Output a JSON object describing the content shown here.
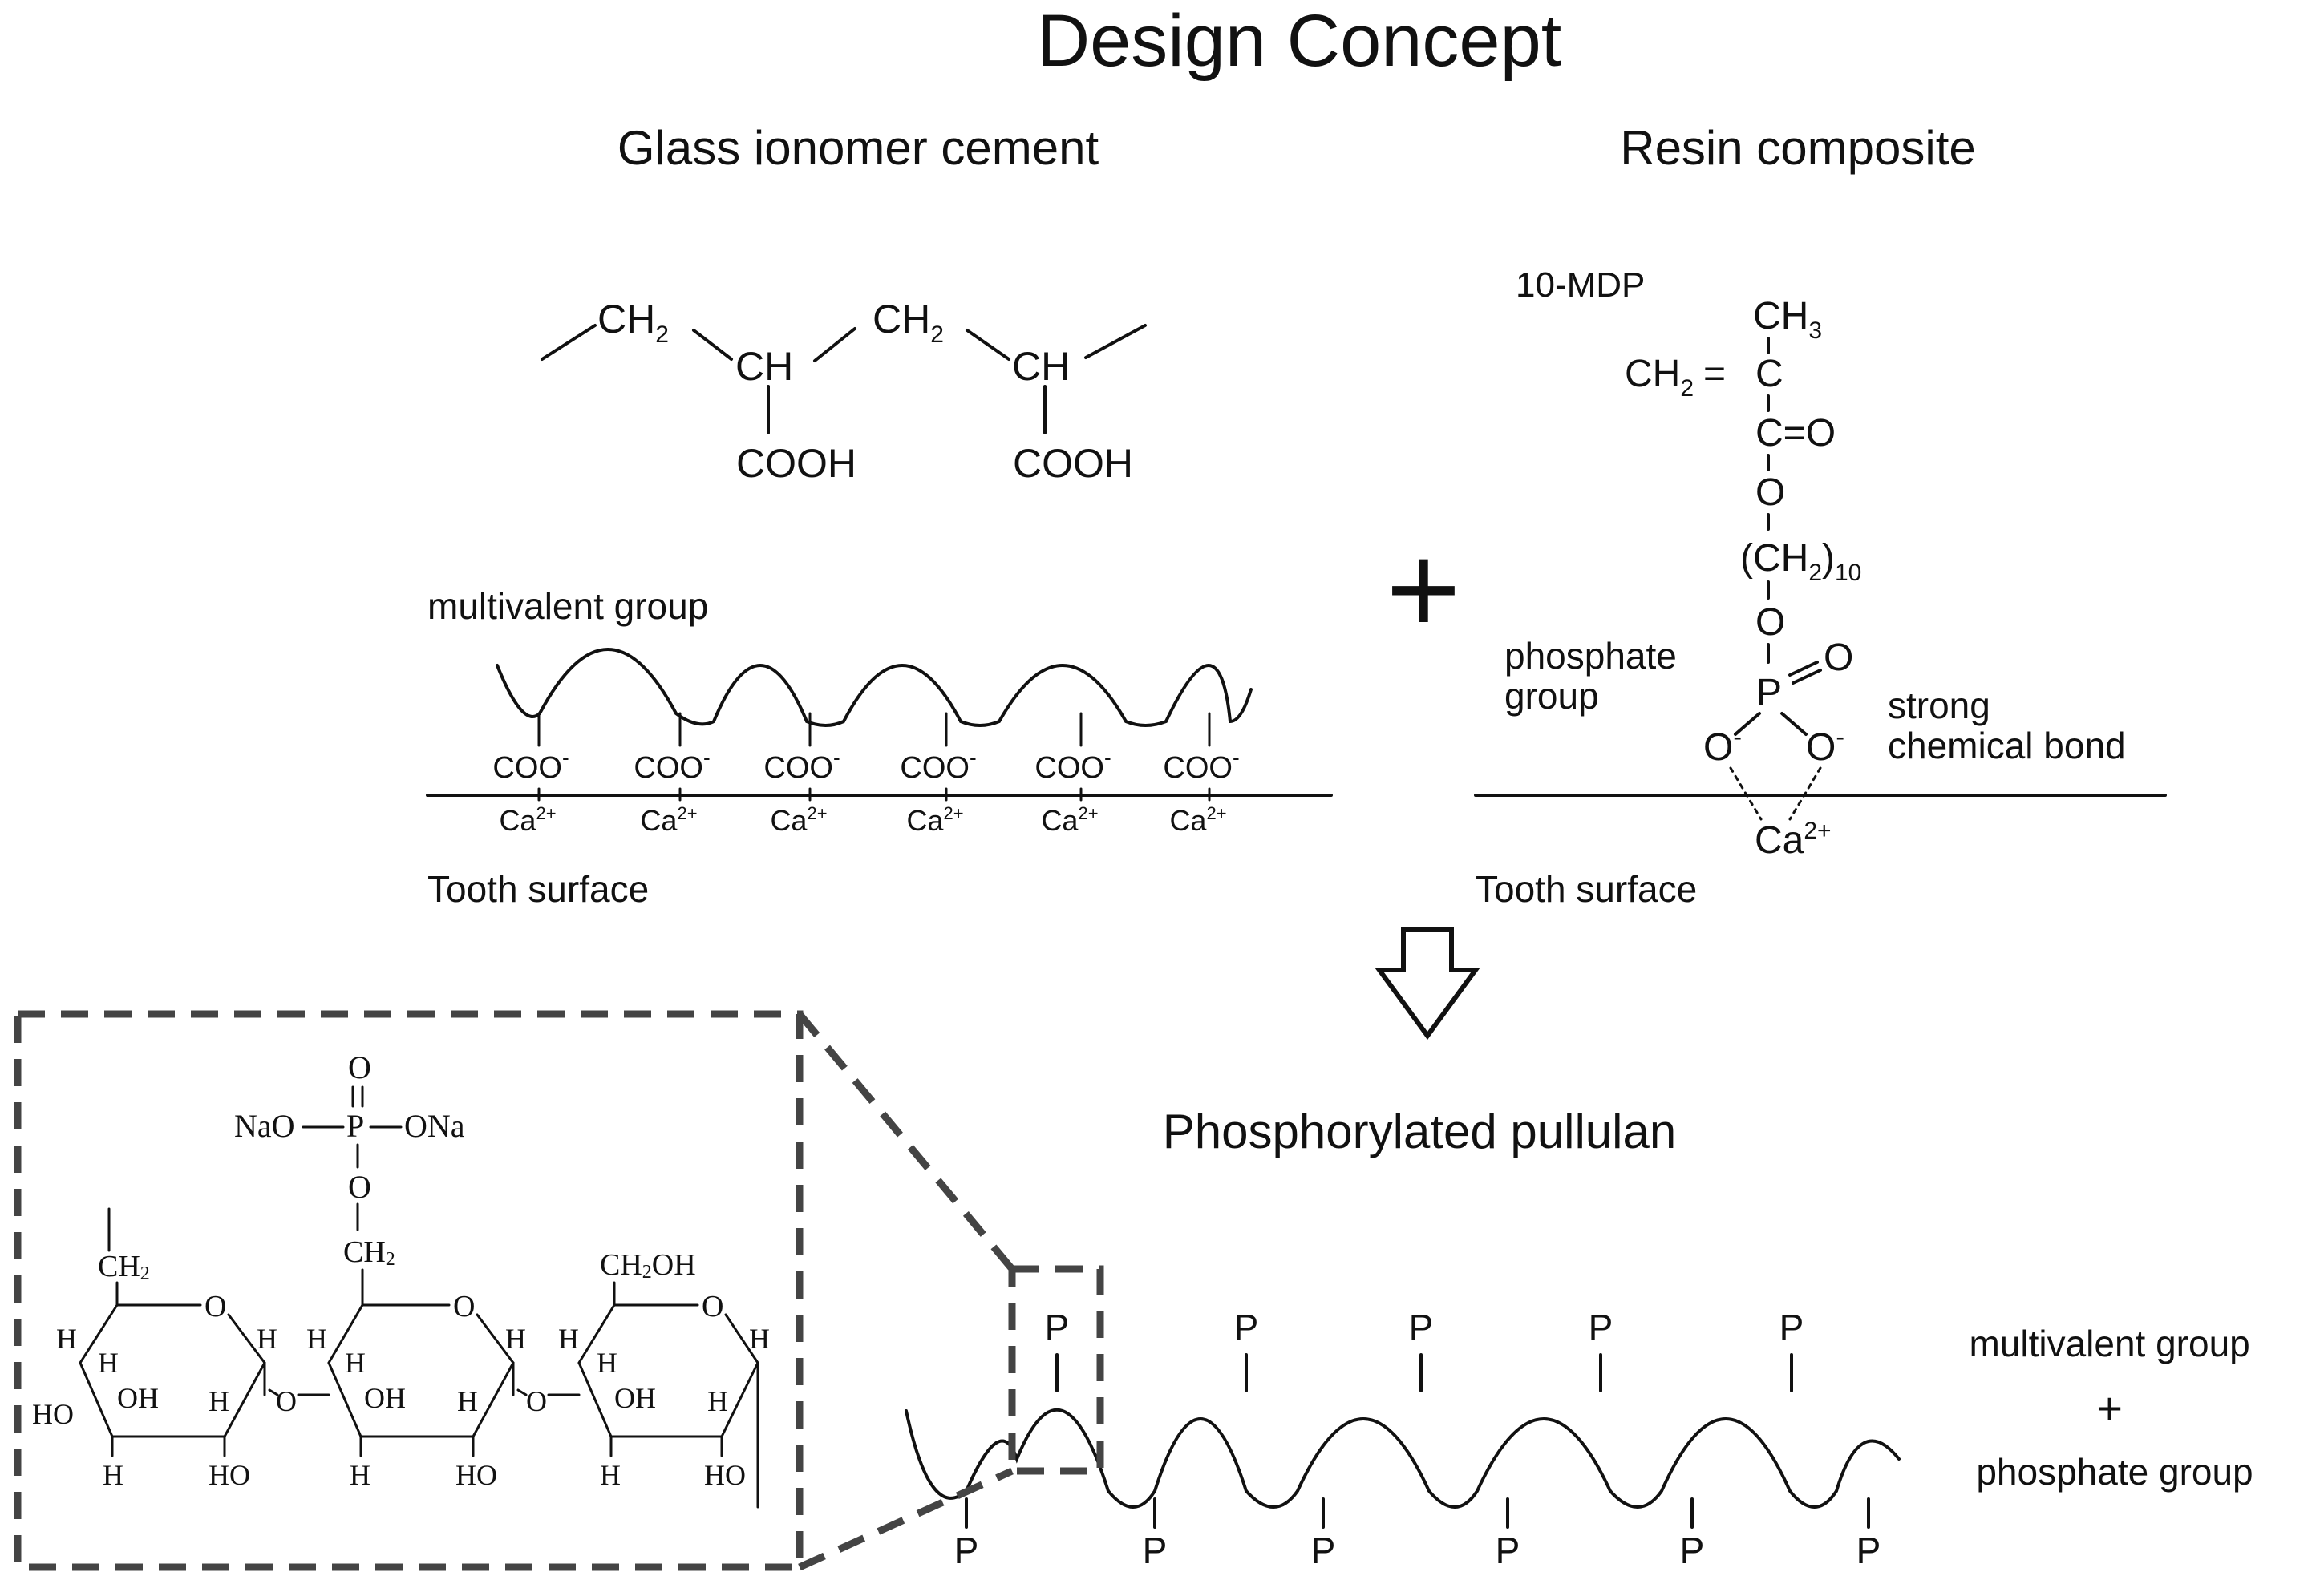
{
  "title": "Design Concept",
  "gic": {
    "heading": "Glass ionomer cement",
    "ch2": "CH",
    "sub2": "2",
    "ch": "CH",
    "cooh": "COOH",
    "multivalent_label": "multivalent group",
    "coo": "COO",
    "minus": "-",
    "ca": "Ca",
    "ca_charge": "2+",
    "tooth_label": "Tooth surface"
  },
  "resin": {
    "heading": "Resin composite",
    "mdp_label": "10-MDP",
    "ch3": "CH",
    "sub3": "3",
    "ch2_eq": "CH",
    "sub2": "2",
    "eq": "=",
    "c": "C",
    "c_eq_o": "C=O",
    "o": "O",
    "chain_open": "(CH",
    "chain_close": ")",
    "chain_sub": "10",
    "p": "P",
    "o_double": "O",
    "phosphate_label_1": "phosphate",
    "phosphate_label_2": "group",
    "o_minus": "O",
    "minus": "-",
    "bond_label_1": "strong",
    "bond_label_2": "chemical bond",
    "ca": "Ca",
    "ca_charge": "2+",
    "tooth_label": "Tooth surface"
  },
  "plus_symbol": "+",
  "pullulan": {
    "heading": "Phosphorylated pullulan",
    "p_label": "P",
    "side_label_1": "multivalent group",
    "side_plus": "+",
    "side_label_2": "phosphate group"
  },
  "inset": {
    "o_top": "O",
    "nao": "NaO",
    "p": "P",
    "ona": "ONa",
    "o_link": "O",
    "ch2_left": "CH",
    "ch2_mid": "CH",
    "sub2": "2",
    "ch2oh": "CH",
    "oh_suffix": "OH",
    "ring_o": "O",
    "h": "H",
    "oh": "OH",
    "ho": "HO",
    "o_bridge": "O"
  }
}
